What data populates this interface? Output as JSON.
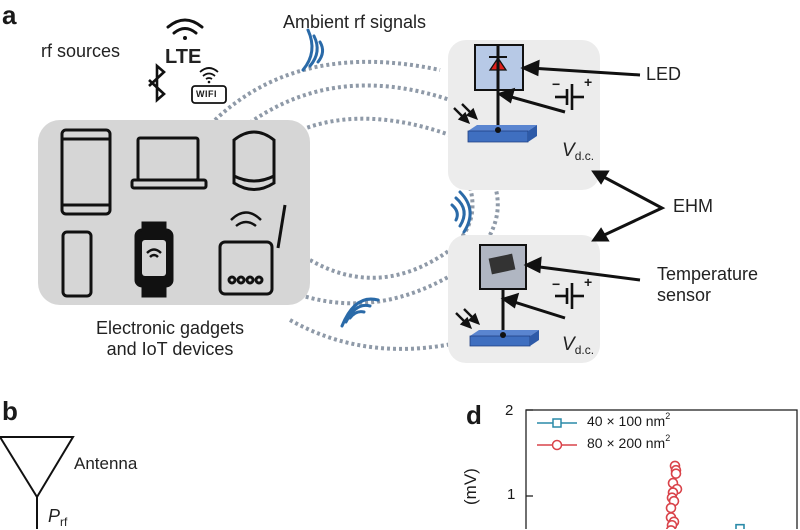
{
  "panels": {
    "a": {
      "label": "a",
      "rf_sources_title": "rf sources",
      "rf_source_icons": [
        "wifi-icon",
        "lte-icon",
        "bluetooth-icon",
        "wifi-badge-icon"
      ],
      "lte_text": "LTE",
      "wifi_text": "WIFI",
      "ambient_title": "Ambient rf signals",
      "devices_caption_line1": "Electronic gadgets",
      "devices_caption_line2": "and IoT devices",
      "devices": [
        "tablet-icon",
        "laptop-icon",
        "smart-speaker-icon",
        "smartphone-icon",
        "smartwatch-icon",
        "router-icon"
      ],
      "led_label": "LED",
      "ehm_label": "EHM",
      "temp_label_line1": "Temperature",
      "temp_label_line2": "sensor",
      "vdc_main": "V",
      "vdc_sub": "d.c.",
      "battery_minus": "−",
      "battery_plus": "+"
    },
    "b": {
      "label": "b",
      "antenna_label": "Antenna",
      "prf_main": "P",
      "prf_sub": "rf"
    },
    "d": {
      "label": "d"
    }
  },
  "colors": {
    "device_panel": "#d6d6d6",
    "ehm_panel": "#ececec",
    "wave_blue": "#2a6aa8",
    "dash_gray": "#8f9aa8",
    "substrate_blue": "#3f6fc0",
    "component_box": "#b7c9e6",
    "led_red": "#e0201c",
    "series1": "#2a8aa8",
    "series2": "#d9434a"
  },
  "chart_data": {
    "type": "scatter",
    "title": "",
    "xlabel": "",
    "ylabel": "(mV)",
    "ylim": [
      0,
      2
    ],
    "yticks": [
      "1",
      "2"
    ],
    "legend_position": "top-left",
    "series": [
      {
        "name": "40 × 100 nm²",
        "name_main": "40 × 100 nm",
        "name_sup": "2",
        "marker": "square",
        "y": [
          0.62
        ]
      },
      {
        "name": "80 × 200 nm²",
        "name_main": "80 × 200 nm",
        "name_sup": "2",
        "marker": "circle",
        "y": [
          1.35,
          1.3,
          1.26,
          1.15,
          1.08,
          1.04,
          0.98,
          0.94,
          0.86,
          0.75,
          0.7,
          0.66,
          0.6
        ]
      }
    ]
  }
}
